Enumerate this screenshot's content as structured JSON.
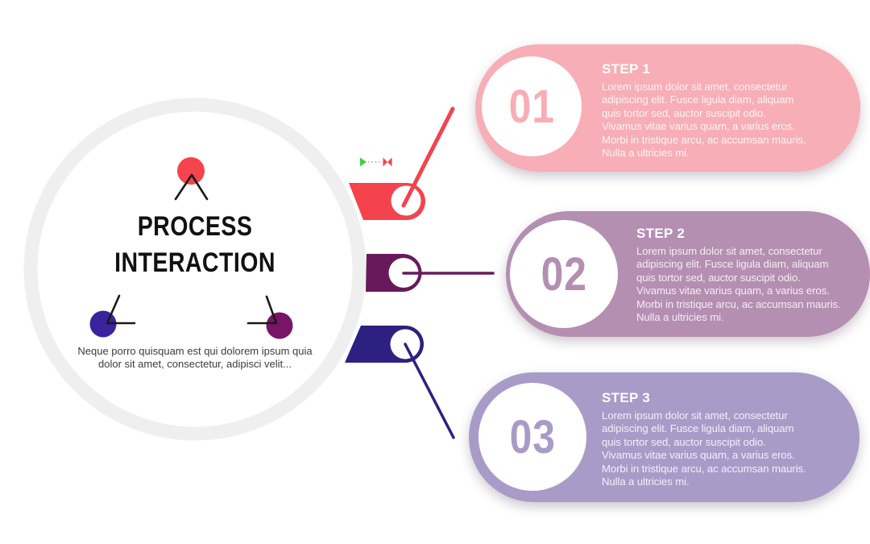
{
  "center": {
    "title_line1": "PROCESS",
    "title_line2": "INTERACTION",
    "description": "Neque porro quisquam est qui dolorem ipsum quia\ndolor sit amet, consectetur, adipisci velit..."
  },
  "steps": [
    {
      "number": "01",
      "title": "STEP 1",
      "body": "Lorem ipsum dolor sit amet, consectetur\nadipiscing elit. Fusce ligula diam, aliquam\nquis tortor sed, auctor suscipit odio.\nVivamus vitae varius quam, a varius eros.\nMorbi in tristique arcu, ac accumsan mauris.\nNulla a ultricies mi.",
      "accent_color": "#F8AEB6",
      "connector_color": "#F4434D"
    },
    {
      "number": "02",
      "title": "STEP 2",
      "body": "Lorem ipsum dolor sit amet, consectetur\nadipiscing elit. Fusce ligula diam, aliquam\nquis tortor sed, auctor suscipit odio.\nVivamus vitae varius quam, a varius eros.\nMorbi in tristique arcu, ac accumsan mauris.\nNulla a ultricies mi.",
      "accent_color": "#B48FB1",
      "connector_color": "#68195C"
    },
    {
      "number": "03",
      "title": "STEP 3",
      "body": "Lorem ipsum dolor sit amet, consectetur\nadipiscing elit. Fusce ligula diam, aliquam\nquis tortor sed, auctor suscipit odio.\nVivamus vitae varius quam, a varius eros.\nMorbi in tristique arcu, ac accumsan mauris.\nNulla a ultricies mi.",
      "accent_color": "#A99BC8",
      "connector_color": "#2E2080"
    }
  ],
  "nodes": {
    "top_color": "#F4444E",
    "left_color": "#3B22A0",
    "right_color": "#7A1466"
  },
  "colors": {
    "ring_gray": "#EFEFEF",
    "title_text": "#111111",
    "description_text": "#3C3C3C",
    "play_icon_green": "#3DD33D",
    "marker_red": "#F4444E"
  }
}
